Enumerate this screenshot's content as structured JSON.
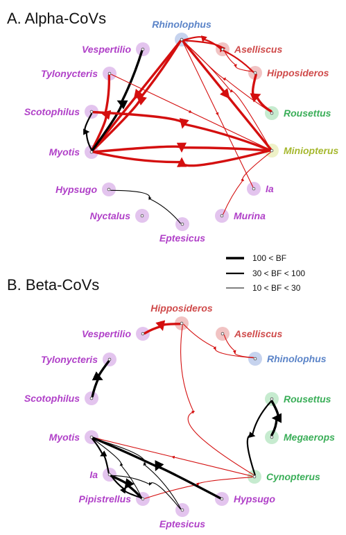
{
  "colors": {
    "vespertilionidae": "#b040c8",
    "vespertilionidae_halo": "#e3c4ee",
    "hipposideridae": "#cf4a4a",
    "hipposideridae_halo": "#f1c3c3",
    "rhinolophidae": "#5b84c8",
    "rhinolophidae_halo": "#c6d3ee",
    "pteropodidae": "#3aae58",
    "pteropodidae_halo": "#c6ebcf",
    "miniopteridae": "#a6b82e",
    "miniopteridae_halo": "#eef1c7",
    "edge_red": "#d40f0f",
    "edge_black": "#000000"
  },
  "legend": {
    "items": [
      {
        "label": "100 < BF",
        "width": 3.4
      },
      {
        "label": "30 < BF < 100",
        "width": 2.2
      },
      {
        "label": "10 < BF < 30",
        "width": 1.1
      }
    ]
  },
  "panels": [
    {
      "title": "A. Alpha-CoVs",
      "nodes": [
        {
          "id": "Rhinolophus",
          "label": "Rhinolophus",
          "family": "rhinolophidae"
        },
        {
          "id": "Aselliscus",
          "label": "Aselliscus",
          "family": "hipposideridae"
        },
        {
          "id": "Hipposideros",
          "label": "Hipposideros",
          "family": "hipposideridae"
        },
        {
          "id": "Rousettus",
          "label": "Rousettus",
          "family": "pteropodidae"
        },
        {
          "id": "Miniopterus",
          "label": "Miniopterus",
          "family": "miniopteridae"
        },
        {
          "id": "Ia",
          "label": "Ia",
          "family": "vespertilionidae"
        },
        {
          "id": "Murina",
          "label": "Murina",
          "family": "vespertilionidae"
        },
        {
          "id": "Vespertilio",
          "label": "Vespertilio",
          "family": "vespertilionidae"
        },
        {
          "id": "Tylonycteris",
          "label": "Tylonycteris",
          "family": "vespertilionidae"
        },
        {
          "id": "Scotophilus",
          "label": "Scotophilus",
          "family": "vespertilionidae"
        },
        {
          "id": "Myotis",
          "label": "Myotis",
          "family": "vespertilionidae"
        },
        {
          "id": "Hypsugo",
          "label": "Hypsugo",
          "family": "vespertilionidae"
        },
        {
          "id": "Nyctalus",
          "label": "Nyctalus",
          "family": "vespertilionidae"
        },
        {
          "id": "Eptesicus",
          "label": "Eptesicus",
          "family": "vespertilionidae"
        }
      ],
      "edges": [
        {
          "from": "Rhinolophus",
          "to": "Aselliscus",
          "bf": "30-100",
          "color": "red"
        },
        {
          "from": "Rhinolophus",
          "to": "Hipposideros",
          "bf": "30-100",
          "color": "red"
        },
        {
          "from": "Rhinolophus",
          "to": "Rousettus",
          "bf": "10-30",
          "color": "red"
        },
        {
          "from": "Rhinolophus",
          "to": "Miniopterus",
          "bf": "100+",
          "color": "red"
        },
        {
          "from": "Rhinolophus",
          "to": "Ia",
          "bf": "10-30",
          "color": "red"
        },
        {
          "from": "Rhinolophus",
          "to": "Myotis",
          "bf": "100+",
          "color": "red"
        },
        {
          "from": "Hipposideros",
          "to": "Aselliscus",
          "bf": "10-30",
          "color": "red"
        },
        {
          "from": "Hipposideros",
          "to": "Rousettus",
          "bf": "100+",
          "color": "red"
        },
        {
          "from": "Miniopterus",
          "to": "Rhinolophus",
          "bf": "10-30",
          "color": "red"
        },
        {
          "from": "Miniopterus",
          "to": "Murina",
          "bf": "10-30",
          "color": "red"
        },
        {
          "from": "Miniopterus",
          "to": "Myotis",
          "bf": "100+",
          "color": "red"
        },
        {
          "from": "Myotis",
          "to": "Miniopterus",
          "bf": "100+",
          "color": "red"
        },
        {
          "from": "Myotis",
          "to": "Rhinolophus",
          "bf": "100+",
          "color": "red"
        },
        {
          "from": "Myotis",
          "to": "Tylonycteris",
          "bf": "100+",
          "color": "red"
        },
        {
          "from": "Myotis",
          "to": "Vespertilio",
          "bf": "100+",
          "color": "black"
        },
        {
          "from": "Tylonycteris",
          "to": "Miniopterus",
          "bf": "10-30",
          "color": "red"
        },
        {
          "from": "Scotophilus",
          "to": "Miniopterus",
          "bf": "100+",
          "color": "red"
        },
        {
          "from": "Scotophilus",
          "to": "Myotis",
          "bf": "30-100",
          "color": "black"
        },
        {
          "from": "Hypsugo",
          "to": "Eptesicus",
          "bf": "10-30",
          "color": "black"
        }
      ]
    },
    {
      "title": "B. Beta-CoVs",
      "nodes": [
        {
          "id": "Hipposideros",
          "label": "Hipposideros",
          "family": "hipposideridae"
        },
        {
          "id": "Aselliscus",
          "label": "Aselliscus",
          "family": "hipposideridae"
        },
        {
          "id": "Rhinolophus",
          "label": "Rhinolophus",
          "family": "rhinolophidae"
        },
        {
          "id": "Rousettus",
          "label": "Rousettus",
          "family": "pteropodidae"
        },
        {
          "id": "Megaerops",
          "label": "Megaerops",
          "family": "pteropodidae"
        },
        {
          "id": "Cynopterus",
          "label": "Cynopterus",
          "family": "pteropodidae"
        },
        {
          "id": "Hypsugo",
          "label": "Hypsugo",
          "family": "vespertilionidae"
        },
        {
          "id": "Eptesicus",
          "label": "Eptesicus",
          "family": "vespertilionidae"
        },
        {
          "id": "Pipistrellus",
          "label": "Pipistrellus",
          "family": "vespertilionidae"
        },
        {
          "id": "Ia",
          "label": "Ia",
          "family": "vespertilionidae"
        },
        {
          "id": "Myotis",
          "label": "Myotis",
          "family": "vespertilionidae"
        },
        {
          "id": "Scotophilus",
          "label": "Scotophilus",
          "family": "vespertilionidae"
        },
        {
          "id": "Tylonycteris",
          "label": "Tylonycteris",
          "family": "vespertilionidae"
        },
        {
          "id": "Vespertilio",
          "label": "Vespertilio",
          "family": "vespertilionidae"
        }
      ],
      "edges": [
        {
          "from": "Hipposideros",
          "to": "Vespertilio",
          "bf": "100+",
          "color": "red"
        },
        {
          "from": "Rhinolophus",
          "to": "Hipposideros",
          "bf": "10-30",
          "color": "red"
        },
        {
          "from": "Rhinolophus",
          "to": "Aselliscus",
          "bf": "10-30",
          "color": "red"
        },
        {
          "from": "Cynopterus",
          "to": "Hipposideros",
          "bf": "10-30",
          "color": "red"
        },
        {
          "from": "Cynopterus",
          "to": "Myotis",
          "bf": "10-30",
          "color": "red"
        },
        {
          "from": "Cynopterus",
          "to": "Pipistrellus",
          "bf": "10-30",
          "color": "red"
        },
        {
          "from": "Tylonycteris",
          "to": "Scotophilus",
          "bf": "100+",
          "color": "black"
        },
        {
          "from": "Rousettus",
          "to": "Megaerops",
          "bf": "100+",
          "color": "black"
        },
        {
          "from": "Cynopterus",
          "to": "Rousettus",
          "bf": "30-100",
          "color": "black"
        },
        {
          "from": "Hypsugo",
          "to": "Myotis",
          "bf": "100+",
          "color": "black"
        },
        {
          "from": "Myotis",
          "to": "Pipistrellus",
          "bf": "10-30",
          "color": "black"
        },
        {
          "from": "Myotis",
          "to": "Eptesicus",
          "bf": "10-30",
          "color": "black"
        },
        {
          "from": "Ia",
          "to": "Myotis",
          "bf": "30-100",
          "color": "black"
        },
        {
          "from": "Ia",
          "to": "Pipistrellus",
          "bf": "100+",
          "color": "black"
        },
        {
          "from": "Pipistrellus",
          "to": "Ia",
          "bf": "30-100",
          "color": "black"
        },
        {
          "from": "Eptesicus",
          "to": "Ia",
          "bf": "10-30",
          "color": "black"
        }
      ]
    }
  ]
}
